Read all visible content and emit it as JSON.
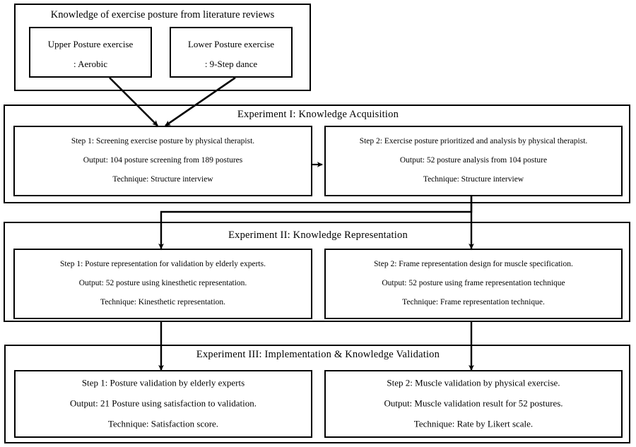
{
  "diagram": {
    "title": "Knowledge of exercise posture from literature reviews",
    "source_group": {
      "label": "Knowledge of exercise posture from literature reviews",
      "items": [
        {
          "name": "Upper Posture exercise",
          "detail": ": Aerobic"
        },
        {
          "name": "Lower Posture exercise",
          "detail": ": 9-Step dance"
        }
      ]
    },
    "experiments": [
      {
        "title": "Experiment I: Knowledge Acquisition",
        "steps": [
          {
            "step": "Step 1: Screening exercise posture by physical therapist.",
            "output": "Output: 104 posture screening from 189 postures",
            "technique": "Technique: Structure interview"
          },
          {
            "step": "Step 2: Exercise posture prioritized and analysis by physical therapist.",
            "output": "Output: 52 posture analysis from 104 posture",
            "technique": "Technique: Structure interview"
          }
        ]
      },
      {
        "title": "Experiment II: Knowledge Representation",
        "steps": [
          {
            "step": "Step 1: Posture representation for validation by elderly experts.",
            "output": "Output: 52 posture using kinesthetic representation.",
            "technique": "Technique: Kinesthetic representation."
          },
          {
            "step": "Step 2: Frame representation design for muscle specification.",
            "output": "Output: 52 posture using frame representation technique",
            "technique": "Technique: Frame representation technique."
          }
        ]
      },
      {
        "title": "Experiment III: Implementation & Knowledge Validation",
        "steps": [
          {
            "step": "Step 1: Posture validation by elderly experts",
            "output": "Output: 21 Posture using satisfaction to validation.",
            "technique": "Technique: Satisfaction score."
          },
          {
            "step": "Step 2: Muscle validation by physical exercise.",
            "output": "Output: Muscle validation result for 52 postures.",
            "technique": "Technique: Rate by Likert scale."
          }
        ]
      }
    ],
    "colors": {
      "stroke": "#000000",
      "background": "#ffffff"
    }
  }
}
